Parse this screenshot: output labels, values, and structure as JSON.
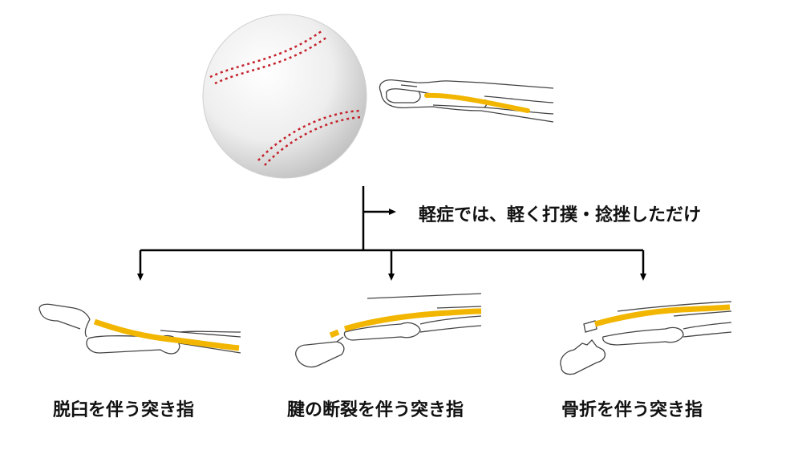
{
  "labels": {
    "mild_case": "軽症では、軽く打撲・捻挫しただけ",
    "case_dislocation": "脱臼を伴う突き指",
    "case_tendon_rupture": "腱の断裂を伴う突き指",
    "case_fracture": "骨折を伴う突き指"
  },
  "colors": {
    "tendon": "#f2b600",
    "bone_outline": "#333333",
    "line": "#000000",
    "stitch": "#c4202a"
  },
  "icons": {
    "ball": "baseball-icon",
    "finger": "finger-icon"
  }
}
